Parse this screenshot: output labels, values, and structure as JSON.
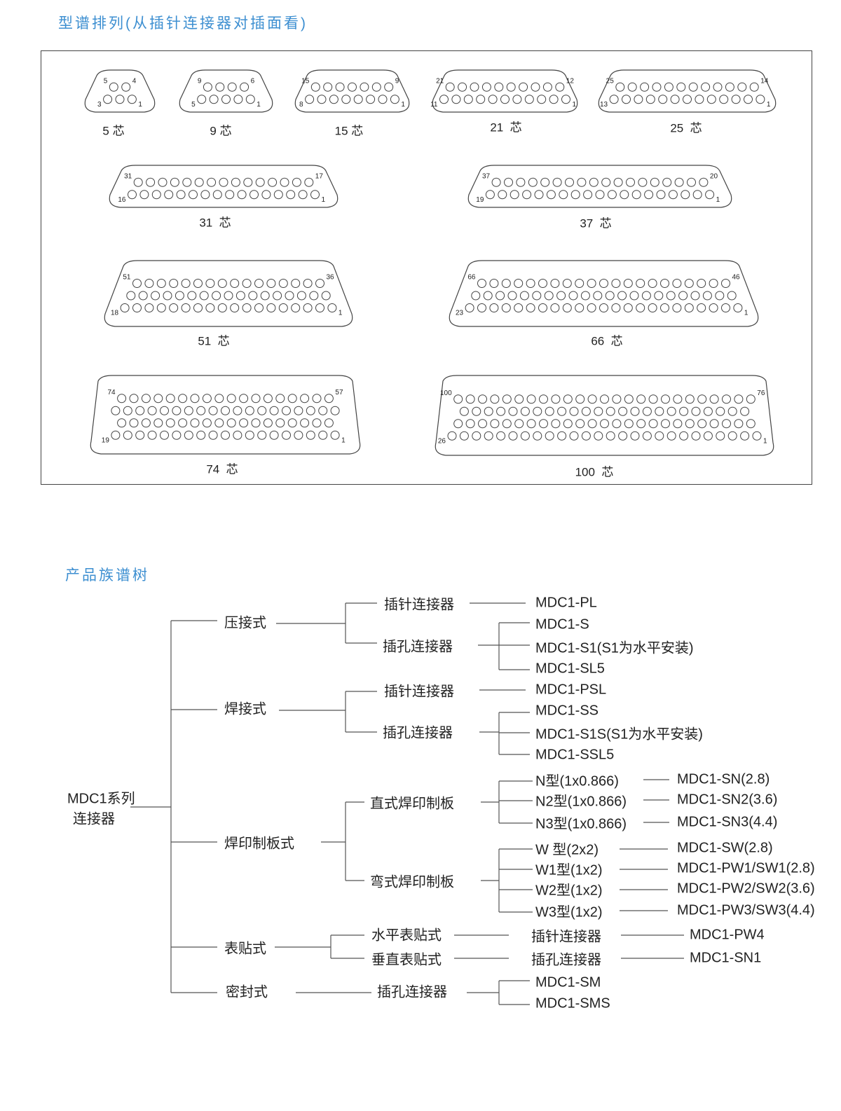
{
  "pinout_section": {
    "title": "型谱排列(从插针连接器对插面看)",
    "connectors": [
      {
        "label": "5 芯",
        "rows": [
          2,
          3
        ],
        "pins": {
          "top_left": "5",
          "top_right": "4",
          "bottom_left": "3",
          "bottom_right": "1"
        }
      },
      {
        "label": "9 芯",
        "rows": [
          4,
          5
        ],
        "pins": {
          "top_left": "9",
          "top_right": "6",
          "bottom_left": "5",
          "bottom_right": "1"
        }
      },
      {
        "label": "15 芯",
        "rows": [
          7,
          8
        ],
        "pins": {
          "top_left": "15",
          "top_right": "9",
          "bottom_left": "8",
          "bottom_right": "1"
        }
      },
      {
        "label": "21  芯",
        "rows": [
          10,
          11
        ],
        "pins": {
          "top_left": "21",
          "top_right": "12",
          "bottom_left": "11",
          "bottom_right": "1"
        }
      },
      {
        "label": "25  芯",
        "rows": [
          12,
          13
        ],
        "pins": {
          "top_left": "25",
          "top_right": "14",
          "bottom_left": "13",
          "bottom_right": "1"
        }
      },
      {
        "label": "31  芯",
        "rows": [
          15,
          16
        ],
        "pins": {
          "top_left": "31",
          "top_right": "17",
          "bottom_left": "16",
          "bottom_right": "1"
        }
      },
      {
        "label": "37  芯",
        "rows": [
          18,
          19
        ],
        "pins": {
          "top_left": "37",
          "top_right": "20",
          "bottom_left": "19",
          "bottom_right": "1"
        }
      },
      {
        "label": "51  芯",
        "rows": [
          16,
          17,
          18
        ],
        "pins": {
          "top_left": "51",
          "top_right": "36",
          "bottom_left": "18",
          "bottom_right": "1"
        }
      },
      {
        "label": "66  芯",
        "rows": [
          21,
          22,
          23
        ],
        "pins": {
          "top_left": "66",
          "top_right": "46",
          "bottom_left": "23",
          "bottom_right": "1"
        }
      },
      {
        "label": "74  芯",
        "rows": [
          18,
          19,
          18,
          19
        ],
        "pins": {
          "top_left": "74",
          "top_right": "57",
          "bottom_left": "19",
          "bottom_right": "1"
        }
      },
      {
        "label": "100  芯",
        "rows": [
          25,
          24,
          25,
          26
        ],
        "pins": {
          "top_left": "100",
          "top_right": "76",
          "bottom_left": "26",
          "bottom_right": "1"
        }
      }
    ]
  },
  "tree_section": {
    "title": "产品族谱树",
    "root": [
      "MDC1系列",
      "连接器"
    ],
    "level1": [
      "压接式",
      "焊接式",
      "焊印制板式",
      "表贴式",
      "密封式"
    ],
    "level2": [
      "插针连接器",
      "插孔连接器",
      "插针连接器",
      "插孔连接器",
      "直式焊印制板",
      "弯式焊印制板",
      "水平表贴式",
      "垂直表贴式",
      "插孔连接器"
    ],
    "level3": [
      "MDC1-PL",
      "MDC1-S",
      "MDC1-S1(S1为水平安装)",
      "MDC1-SL5",
      "MDC1-PSL",
      "MDC1-SS",
      "MDC1-S1S(S1为水平安装)",
      "MDC1-SSL5",
      "N型(1x0.866)",
      "N2型(1x0.866)",
      "N3型(1x0.866)",
      "W 型(2x2)",
      "W1型(1x2)",
      "W2型(1x2)",
      "W3型(1x2)",
      "插针连接器",
      "插孔连接器",
      "MDC1-SM",
      "MDC1-SMS"
    ],
    "level4": [
      "MDC1-SN(2.8)",
      "MDC1-SN2(3.6)",
      "MDC1-SN3(4.4)",
      "MDC1-SW(2.8)",
      "MDC1-PW1/SW1(2.8)",
      "MDC1-PW2/SW2(3.6)",
      "MDC1-PW3/SW3(4.4)",
      "MDC1-PW4",
      "MDC1-SN1"
    ]
  }
}
